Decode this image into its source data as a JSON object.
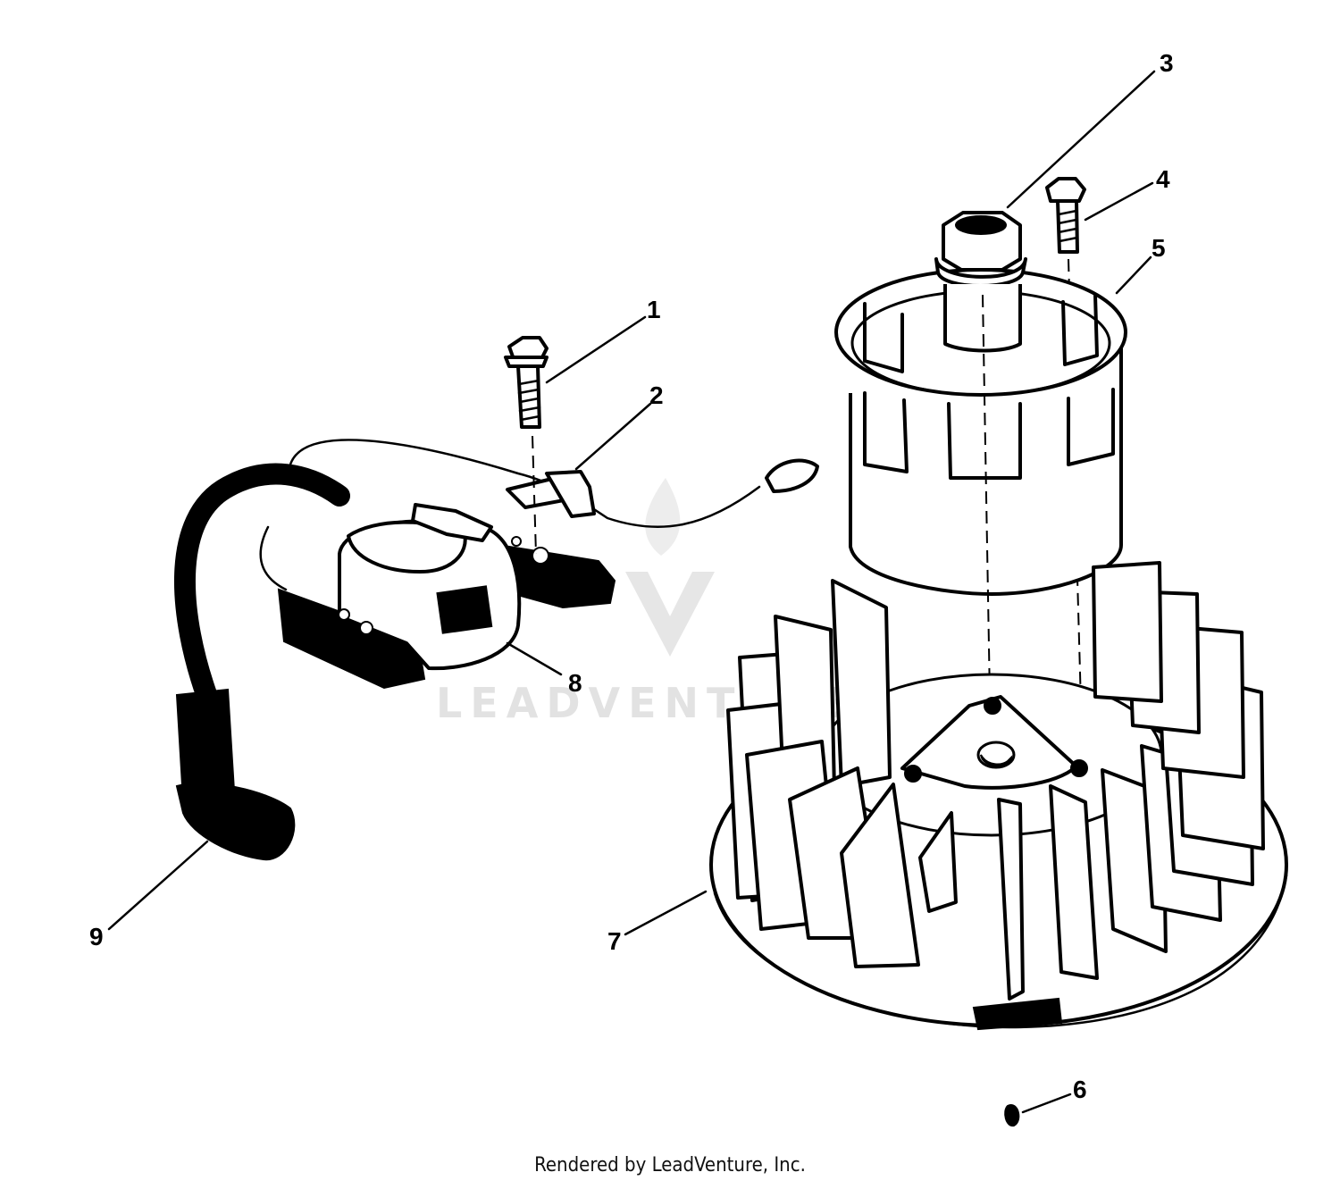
{
  "diagram": {
    "callouts": [
      {
        "id": 1,
        "label": "1"
      },
      {
        "id": 2,
        "label": "2"
      },
      {
        "id": 3,
        "label": "3"
      },
      {
        "id": 4,
        "label": "4"
      },
      {
        "id": 5,
        "label": "5"
      },
      {
        "id": 6,
        "label": "6"
      },
      {
        "id": 7,
        "label": "7"
      },
      {
        "id": 8,
        "label": "8"
      },
      {
        "id": 9,
        "label": "9"
      }
    ],
    "watermark": "LEADVENTURE"
  },
  "footer": {
    "text": "Rendered by LeadVenture, Inc."
  },
  "colors": {
    "ink": "#000000",
    "background": "#ffffff",
    "watermark": "#e2e2e2"
  }
}
